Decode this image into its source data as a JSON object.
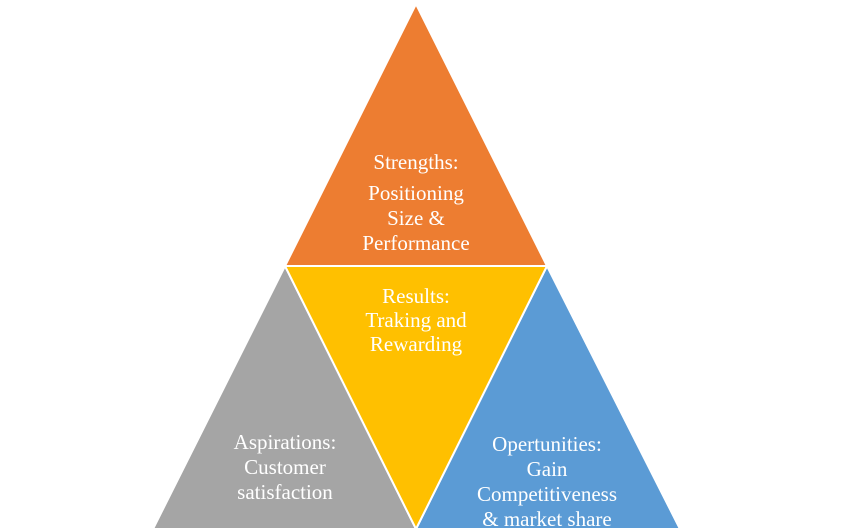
{
  "segments": {
    "strengths": {
      "color": "#ed7d31",
      "heading": "Strengths:",
      "lines": [
        "Positioning",
        "Size &",
        "Performance"
      ]
    },
    "results": {
      "color": "#ffc000",
      "heading": "Results:",
      "lines": [
        "Traking and",
        "Rewarding"
      ]
    },
    "aspirations": {
      "color": "#a5a5a5",
      "heading": "Aspirations:",
      "lines": [
        "Customer",
        "satisfaction"
      ]
    },
    "opportunities": {
      "color": "#5b9bd5",
      "heading": "Opertunities:",
      "lines": [
        "Gain",
        "Competitiveness",
        "& market share"
      ]
    }
  },
  "stroke_color": "#ffffff"
}
